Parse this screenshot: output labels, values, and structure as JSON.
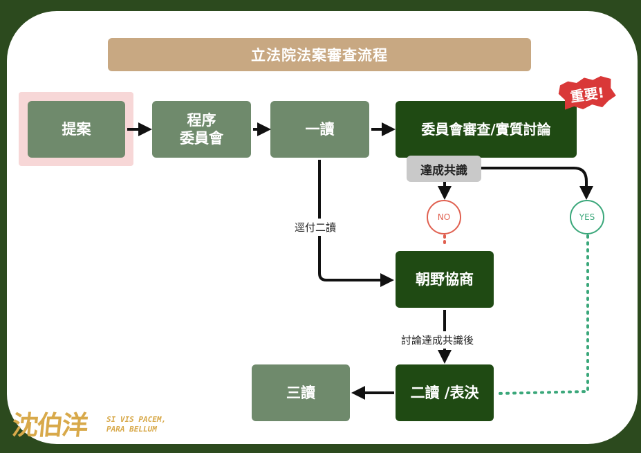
{
  "title": "立法院法案審查流程",
  "nodes": {
    "proposal": "提案",
    "procedure_committee": "程序\n委員會",
    "first_reading": "一讀",
    "committee_review": "委員會審查/實質討論",
    "negotiation": "朝野協商",
    "second_reading": "二讀 /表決",
    "third_reading": "三讀"
  },
  "consensus_label": "達成共識",
  "branch": {
    "no": "NO",
    "yes": "YES"
  },
  "edge_labels": {
    "refer_second": "逕付二讀",
    "after_consensus": "討論達成共識後"
  },
  "badge": "重要!",
  "watermark": {
    "name": "沈伯洋",
    "motto_line1": "SI VIS PACEM,",
    "motto_line2": "PARA BELLUM"
  },
  "colors": {
    "background": "#2c4a1e",
    "title_bar": "#c8a882",
    "node_light": "#6f8a6c",
    "node_dark": "#1f4a13",
    "no": "#e06050",
    "yes": "#3aa77a",
    "badge": "#d93838"
  }
}
